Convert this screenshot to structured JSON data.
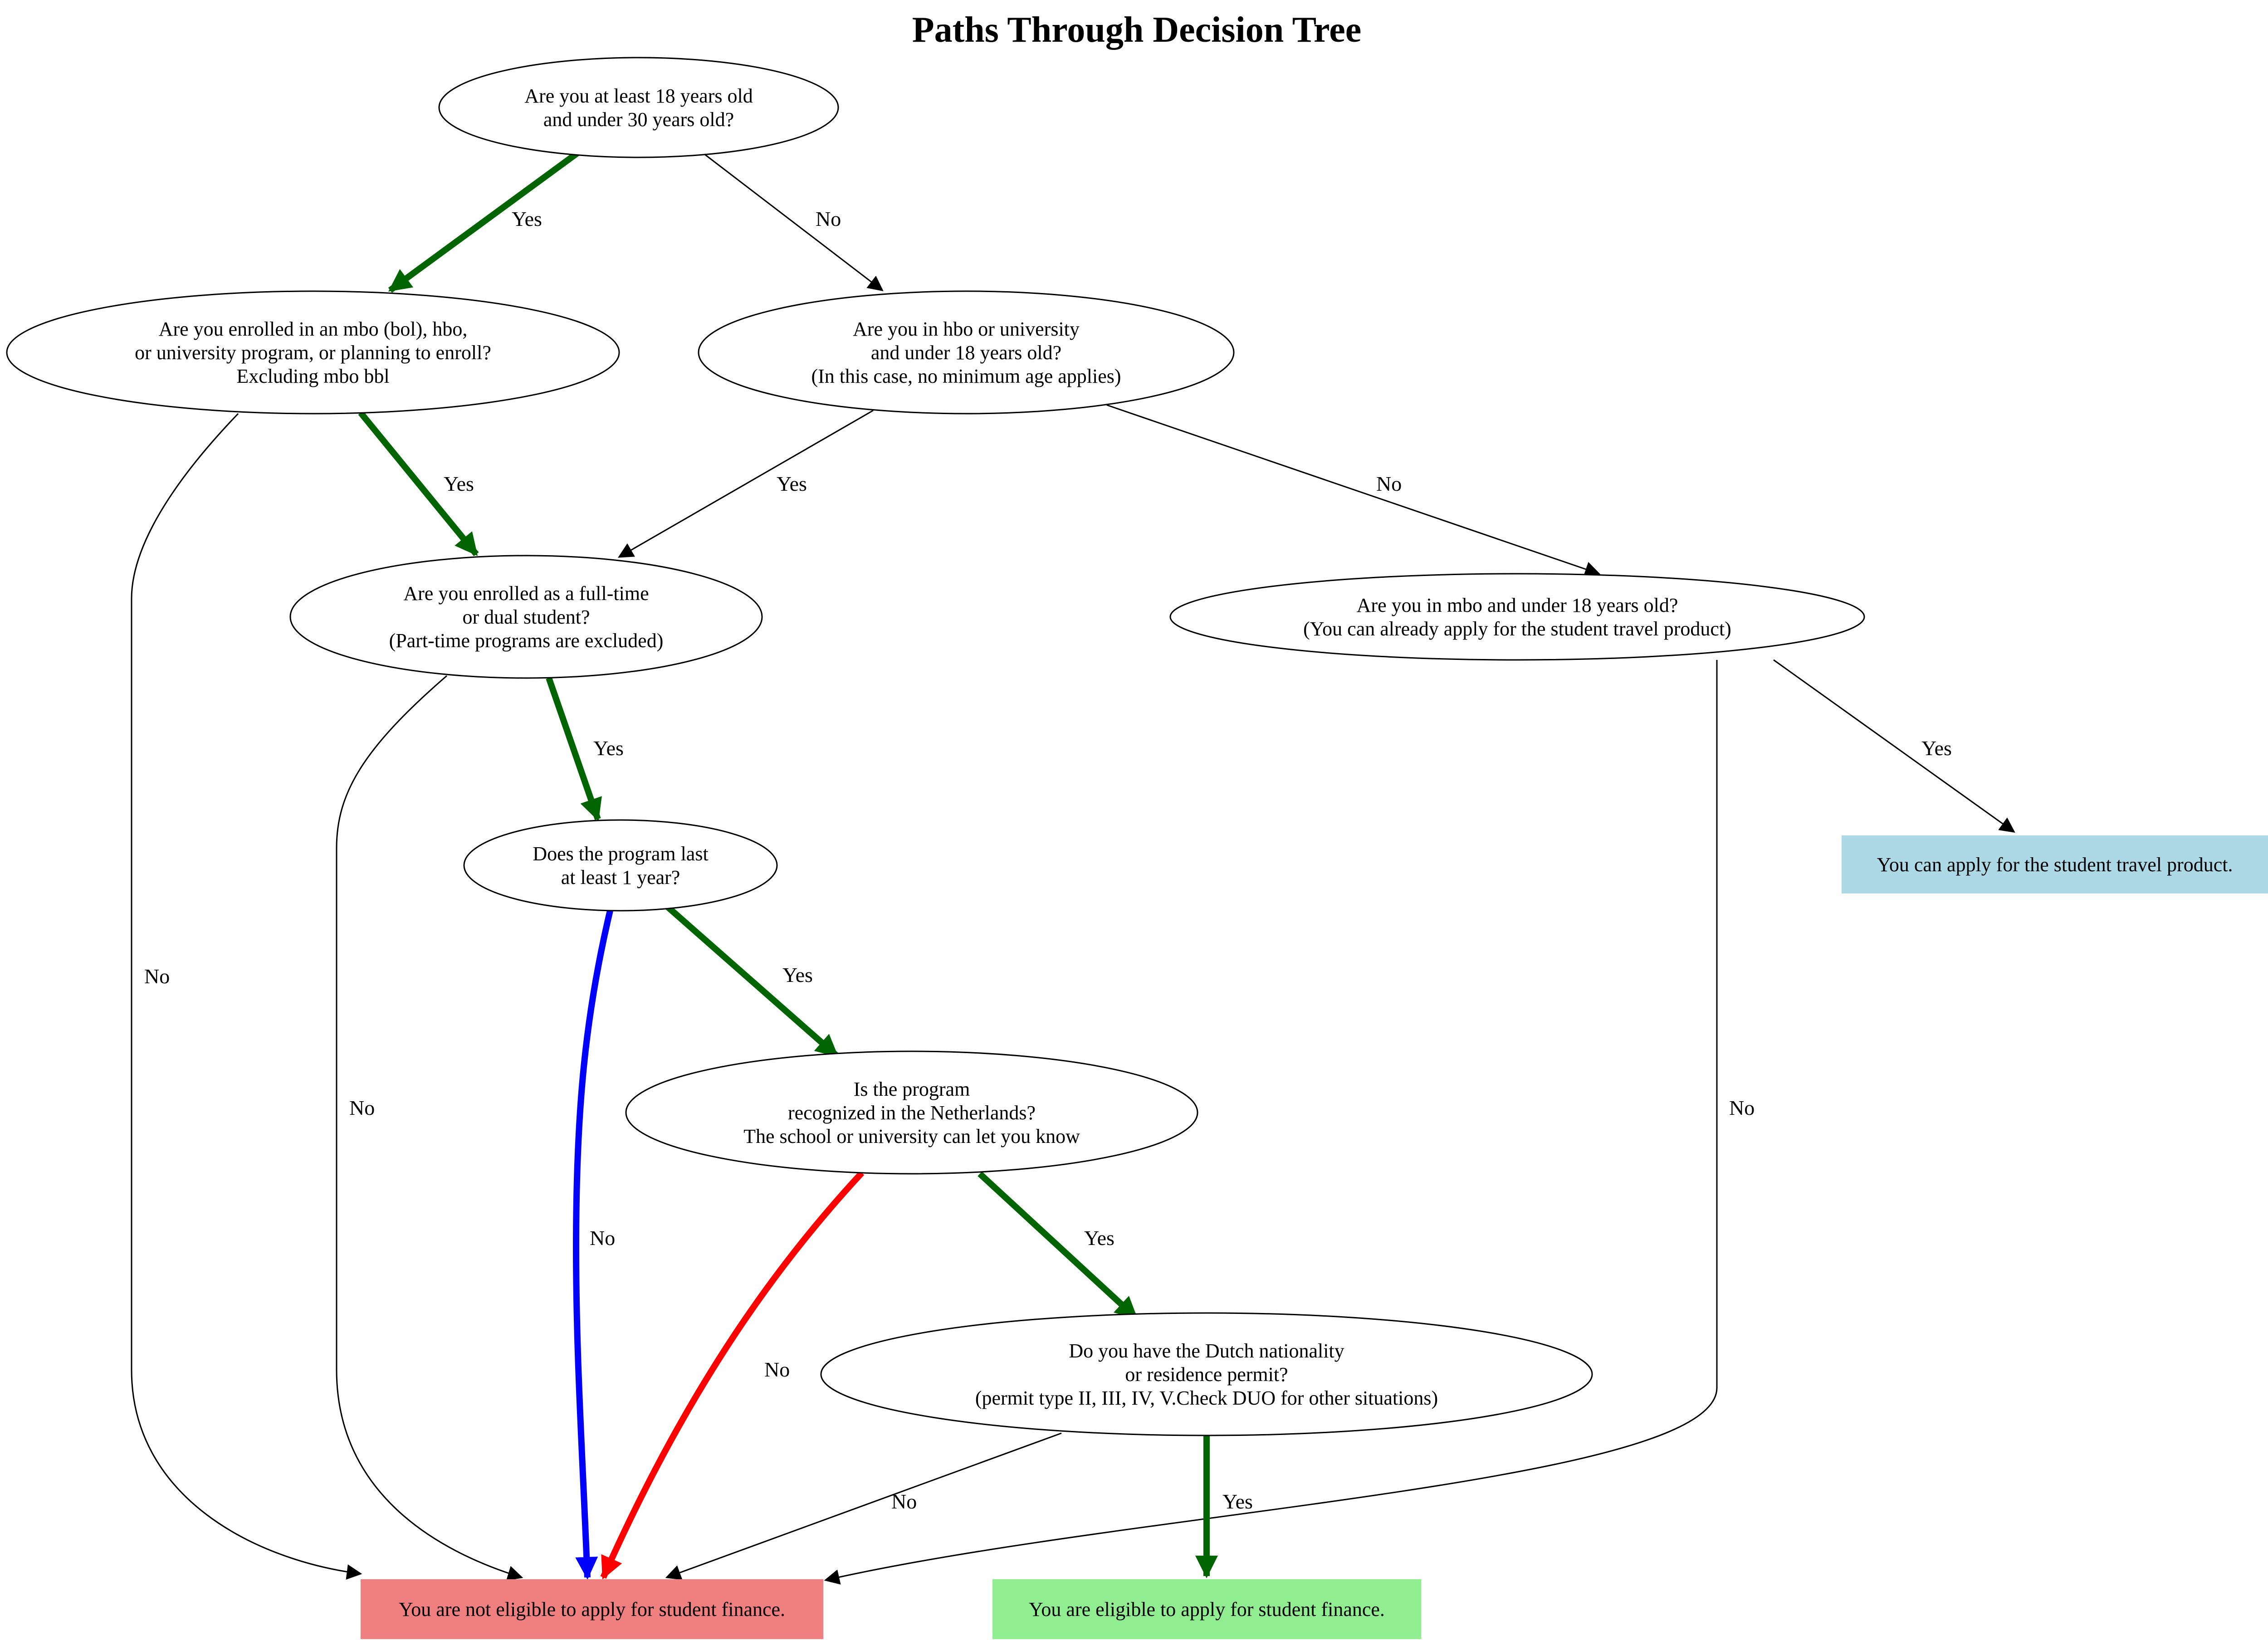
{
  "title": "Paths Through Decision Tree",
  "colors": {
    "path_green": "#006400",
    "path_blue": "#0000ff",
    "path_red": "#ff0000",
    "edge_default": "#000000",
    "not_eligible_fill": "#f08080",
    "eligible_fill": "#90ee90",
    "travel_fill": "#add8e6"
  },
  "nodes": {
    "q_age": {
      "lines": [
        "Are you at least 18 years old",
        "and under 30 years old?"
      ]
    },
    "q_enrolled": {
      "lines": [
        "Are you enrolled in an mbo (bol), hbo,",
        "or university program, or planning to enroll?",
        "Excluding mbo bbl"
      ]
    },
    "q_hbo_under18": {
      "lines": [
        "Are you in hbo or university",
        "and under 18 years old?",
        "(In this case, no minimum age applies)"
      ]
    },
    "q_fulltime": {
      "lines": [
        "Are you enrolled as a full-time",
        "or dual student?",
        "(Part-time programs are excluded)"
      ]
    },
    "q_mbo_under18": {
      "lines": [
        "Are you in mbo and under 18 years old?",
        "(You can already apply for the student travel product)"
      ]
    },
    "q_program_year": {
      "lines": [
        "Does the program last",
        "at least 1 year?"
      ]
    },
    "q_recognized": {
      "lines": [
        "Is the program",
        "recognized in the Netherlands?",
        "The school or university can let you know"
      ]
    },
    "q_nationality": {
      "lines": [
        "Do you have the Dutch nationality",
        "or residence permit?",
        "(permit type II, III, IV, V.Check DUO for other situations)"
      ]
    },
    "r_travel": {
      "lines": [
        "You can apply for the student travel product."
      ]
    },
    "r_not_eligible": {
      "lines": [
        "You are not eligible to apply for student finance."
      ]
    },
    "r_eligible": {
      "lines": [
        "You are eligible to apply for student finance."
      ]
    }
  },
  "edges": [
    {
      "from": "q_age",
      "to": "q_enrolled",
      "label": "Yes",
      "style": "green"
    },
    {
      "from": "q_age",
      "to": "q_hbo_under18",
      "label": "No",
      "style": "default"
    },
    {
      "from": "q_enrolled",
      "to": "q_fulltime",
      "label": "Yes",
      "style": "green"
    },
    {
      "from": "q_enrolled",
      "to": "r_not_eligible",
      "label": "No",
      "style": "default"
    },
    {
      "from": "q_hbo_under18",
      "to": "q_fulltime",
      "label": "Yes",
      "style": "default"
    },
    {
      "from": "q_hbo_under18",
      "to": "q_mbo_under18",
      "label": "No",
      "style": "default"
    },
    {
      "from": "q_fulltime",
      "to": "q_program_year",
      "label": "Yes",
      "style": "green"
    },
    {
      "from": "q_fulltime",
      "to": "r_not_eligible",
      "label": "No",
      "style": "default"
    },
    {
      "from": "q_mbo_under18",
      "to": "r_travel",
      "label": "Yes",
      "style": "default"
    },
    {
      "from": "q_mbo_under18",
      "to": "r_not_eligible",
      "label": "No",
      "style": "default"
    },
    {
      "from": "q_program_year",
      "to": "q_recognized",
      "label": "Yes",
      "style": "green"
    },
    {
      "from": "q_program_year",
      "to": "r_not_eligible",
      "label": "No",
      "style": "blue"
    },
    {
      "from": "q_recognized",
      "to": "q_nationality",
      "label": "Yes",
      "style": "green"
    },
    {
      "from": "q_recognized",
      "to": "r_not_eligible",
      "label": "No",
      "style": "red"
    },
    {
      "from": "q_nationality",
      "to": "r_eligible",
      "label": "Yes",
      "style": "green"
    },
    {
      "from": "q_nationality",
      "to": "r_not_eligible",
      "label": "No",
      "style": "default"
    }
  ]
}
